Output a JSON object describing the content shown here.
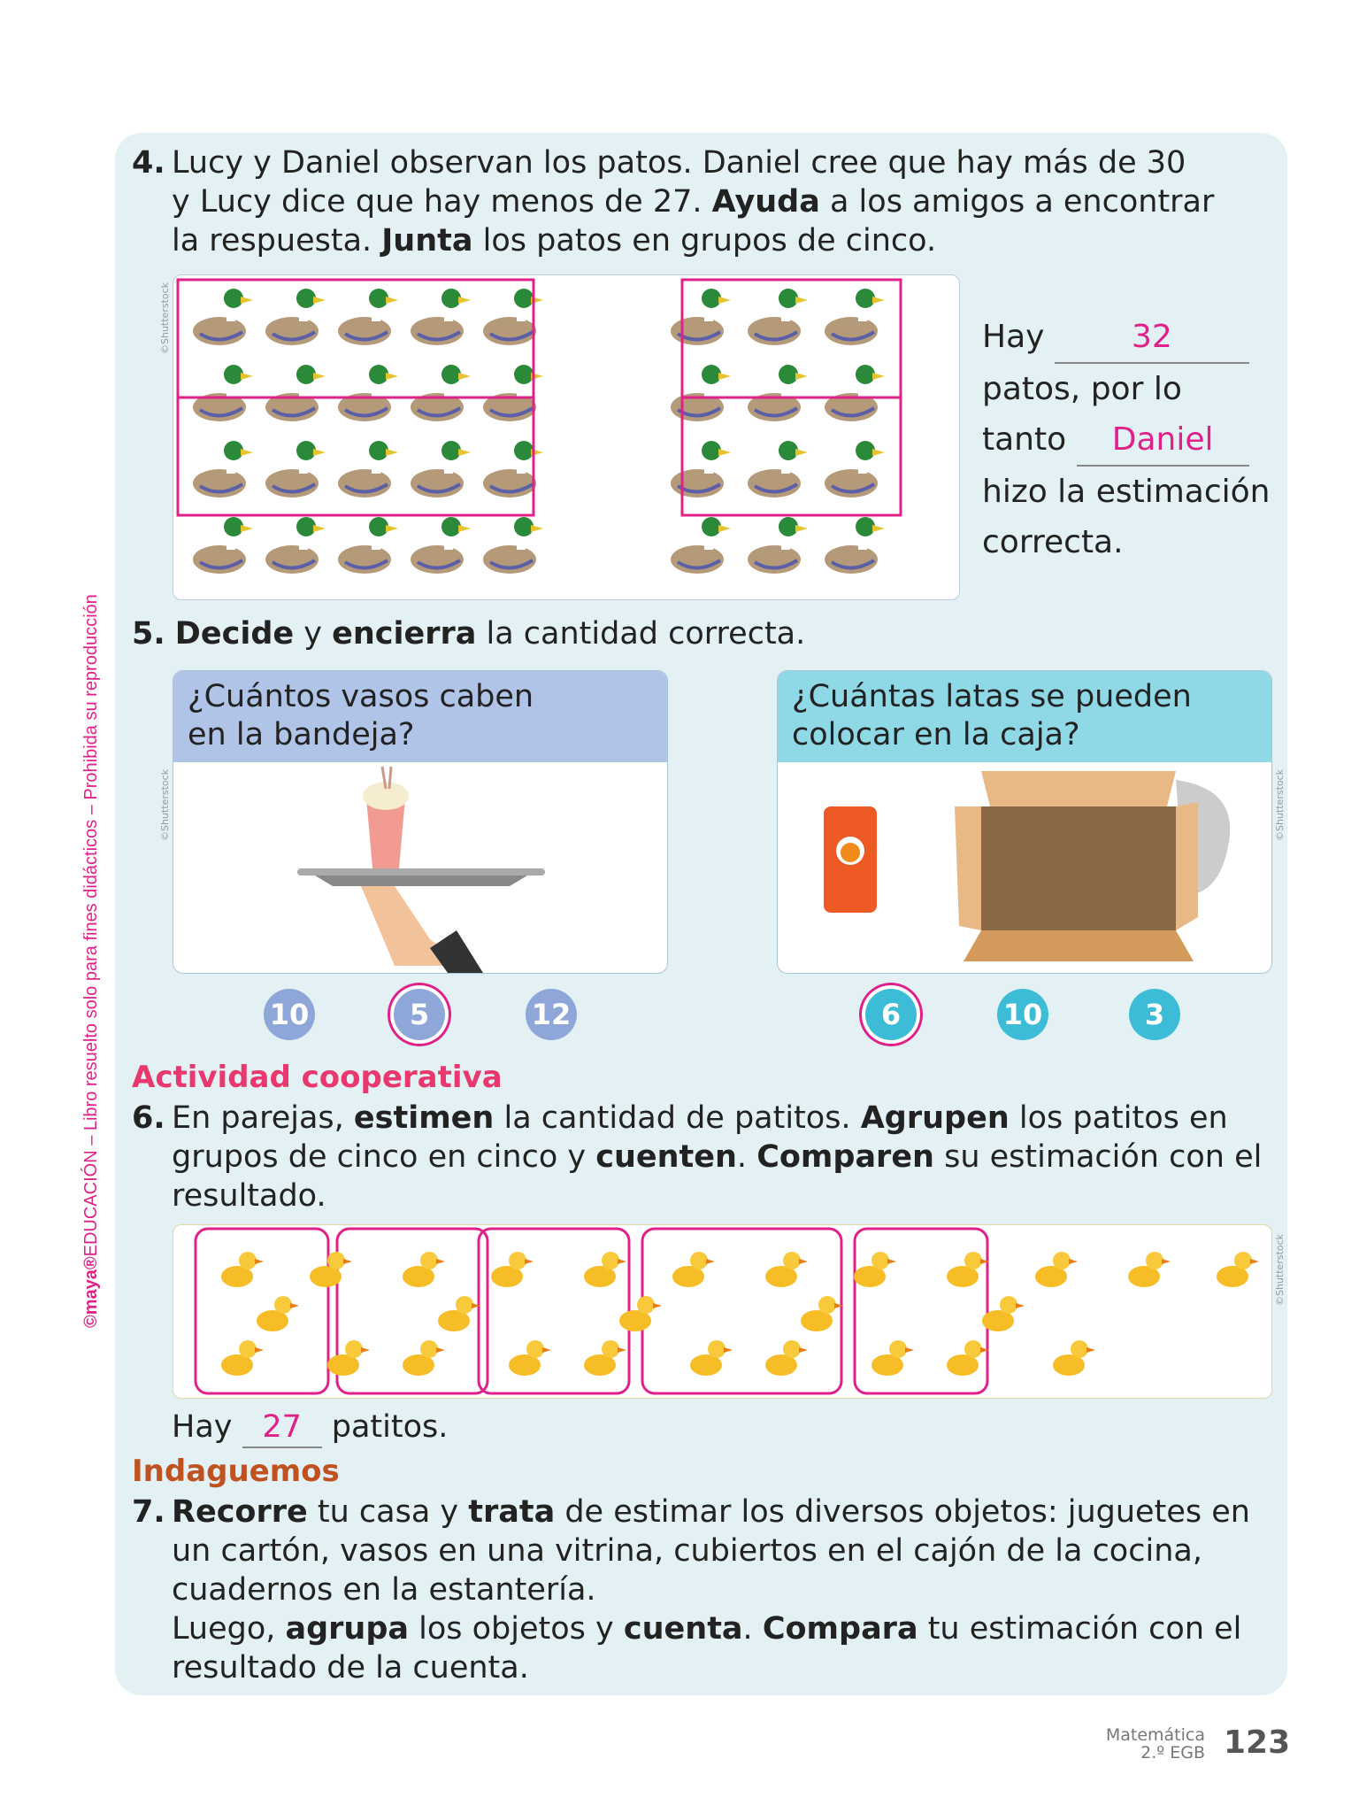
{
  "side_text": {
    "brand": "©maya®",
    "rest": "EDUCACIÓN – Libro resuelto solo para fines didácticos – Prohibida su reproducción"
  },
  "credit": "©Shutterstock",
  "q4": {
    "number": "4.",
    "lines": [
      [
        "Lucy y Daniel observan los patos. Daniel cree que hay más de 30"
      ],
      [
        "y Lucy dice que hay menos de 27. ",
        "Ayuda",
        " a los amigos a encontrar"
      ],
      [
        "la respuesta. ",
        "Junta",
        " los patos en grupos de cinco."
      ]
    ],
    "duck_count": 32,
    "hay": "Hay",
    "answer_count": "32",
    "line2": "patos, por lo",
    "tanto": "tanto",
    "answer_name": "Daniel",
    "line4": "hizo la estimación",
    "line5": "correcta."
  },
  "q5": {
    "number": "5.",
    "b1": "Decide",
    "t1": " y ",
    "b2": "encierra",
    "t2": " la cantidad correcta.",
    "left": {
      "question_l1": "¿Cuántos vasos caben",
      "question_l2": "en la bandeja?",
      "options": [
        "10",
        "5",
        "12"
      ],
      "selected": 1,
      "color": "#8fa6d9",
      "header": "#b0c4e8"
    },
    "right": {
      "question_l1": "¿Cuántas latas se pueden",
      "question_l2": "colocar en la caja?",
      "options": [
        "6",
        "10",
        "3"
      ],
      "selected": 0,
      "color": "#3dbcd8",
      "header": "#8fd8e6"
    }
  },
  "q6": {
    "heading": "Actividad cooperativa",
    "number": "6.",
    "l1": [
      "En parejas, ",
      "estimen",
      " la cantidad de patitos. ",
      "Agrupen",
      " los patitos en"
    ],
    "l2": [
      "grupos de cinco en cinco y ",
      "cuenten",
      ". ",
      "Comparen",
      " su estimación con el"
    ],
    "l3": "resultado.",
    "duckling_count": 27,
    "hay": "Hay",
    "answer": "27",
    "patitos": "patitos."
  },
  "q7": {
    "heading": "Indaguemos",
    "number": "7.",
    "l1": [
      "Recorre",
      " tu casa y ",
      "trata",
      " de estimar los diversos objetos: juguetes en"
    ],
    "l2": "un cartón, vasos en una vitrina, cubiertos en el cajón de la cocina,",
    "l3": "cuadernos en la estantería.",
    "l4": [
      "Luego, ",
      "agrupa",
      " los objetos y ",
      "cuenta",
      ". ",
      "Compara",
      " tu estimación con el"
    ],
    "l5": "resultado de la cuenta."
  },
  "footer": {
    "subject": "Matemática",
    "grade": "2.º EGB",
    "page": "123"
  }
}
